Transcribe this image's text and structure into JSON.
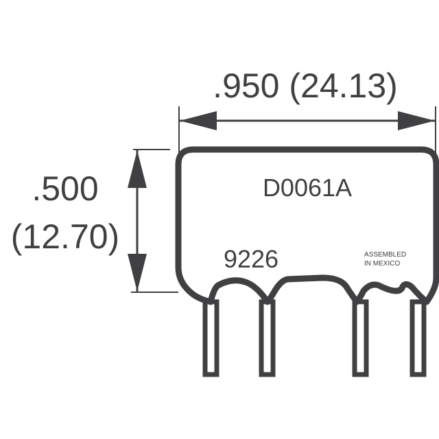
{
  "diagram": {
    "type": "component outline drawing",
    "colors": {
      "stroke": "#404042",
      "background": "#ffffff"
    },
    "width_dimension": {
      "label": ".950 (24.13)",
      "inches": ".950",
      "mm": "24.13"
    },
    "height_dimension": {
      "line1": ".500",
      "line2": "(12.70)",
      "inches": ".500",
      "mm": "12.70"
    },
    "body": {
      "part_number": "D0061A",
      "date_code": "9226",
      "origin_line1": "ASSEMBLED",
      "origin_line2": "IN MEXICO"
    },
    "pin_count": 4
  }
}
